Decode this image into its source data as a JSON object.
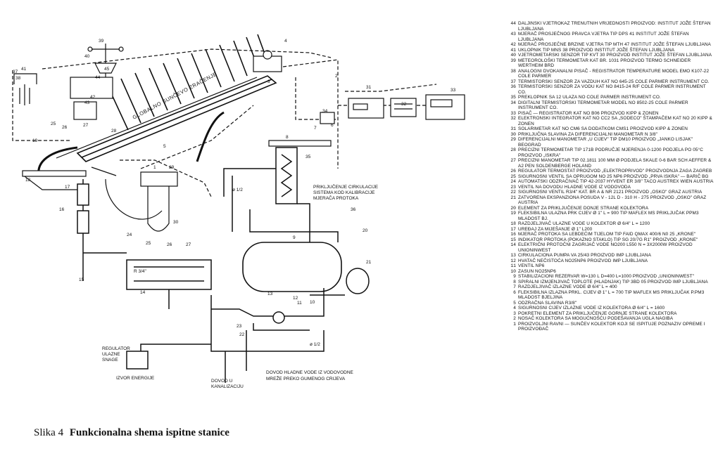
{
  "caption": {
    "number": "Slika 4",
    "title": "Funkcionalna shema ispitne stanice"
  },
  "diagram_labels": {
    "solar_radiation": "GLOBALNO SUNČEVO ZRAČENJE",
    "circulation_note_1": "PRIKLJUČENJE CIRKULACIJE",
    "circulation_note_2": "SISTEMA KOD KALIBRACIJE",
    "circulation_note_3": "MJERAČA PROTOKA",
    "water_supply_1": "DOVOD HLADNE VODE IZ VODOVODNE",
    "water_supply_2": "MREŽE PREKO GUMENOG CRIJEVA",
    "drain_1": "DOVOD U",
    "drain_2": "KANALIZACIJU",
    "regulator_1": "REGULATOR",
    "regulator_2": "ULAZNE",
    "regulator_3": "SNAGE",
    "power_source": "IZVOR ENERGIJE",
    "pipe_half": "ø 1/2",
    "pipe_three_quarter": "R 3/4\"",
    "pipe_half_2": "ø 1/2"
  },
  "callouts": [
    "41",
    "40",
    "39",
    "38",
    "37",
    "44",
    "43",
    "42",
    "45",
    "25",
    "26",
    "27",
    "28",
    "19",
    "18",
    "17",
    "16",
    "15",
    "24",
    "25",
    "26",
    "27",
    "23",
    "14",
    "13",
    "12",
    "11",
    "10",
    "9",
    "8",
    "7",
    "6",
    "5",
    "4",
    "3",
    "2",
    "1",
    "29",
    "30",
    "31",
    "32",
    "33",
    "34",
    "35",
    "36",
    "20",
    "21",
    "22"
  ],
  "legend": [
    {
      "num": "44",
      "text": "Daljinski vjetrokaz trenutnih vrijednosti proizvod: institut Jože Štefan Ljubljana"
    },
    {
      "num": "43",
      "text": "Mjerač prosječnog pravca vjetra tip DPS 41 institut Jože Štefan Ljubljana"
    },
    {
      "num": "42",
      "text": "Mjerač prosječne brzine vjetra tip MTH 47 institut Jože Štefan Ljubljana"
    },
    {
      "num": "41",
      "text": "Uklopnik tip MNS 38 proizvod institut Jože Štefan Ljubljana"
    },
    {
      "num": "40",
      "text": "Vjetrometarski senzor tip KVT 30 proizvod institut Jože Štefan Ljubljana"
    },
    {
      "num": "39",
      "text": "Meteorološki termometar kat br. 1031 proizvod termo Schneider Wertheim BRD"
    },
    {
      "num": "38",
      "text": "Analogni dvokanalni pisač - registrator temperature model EMO K107-22 Cole Parmer"
    },
    {
      "num": "37",
      "text": "Termistorski senzor za vazduh kat no 645-25 Cole Parmer Instrument Co."
    },
    {
      "num": "36",
      "text": "Termistorski senzor za vodu kat no 8415-24 r/f Cole Parmer Instrument Co."
    },
    {
      "num": "35",
      "text": "Preklopnik sa 12 ulaza no Cole Parmer Instrument Co."
    },
    {
      "num": "34",
      "text": "Digitalni termistorski termometar model no 8502-25 Cole Parmer Instrument Co."
    },
    {
      "num": "33",
      "text": "Pisač — registrator kat no B06 proizvod Kipp & Zonen"
    },
    {
      "num": "32",
      "text": "Elektronski integrator kat no CC2 sa „sodeco\" štampačem kat no 20 Kipp & Zonen"
    },
    {
      "num": "31",
      "text": "Solarimetar kat no CM6 sa dodatkom CMS1 proizvod Kipp & Zonen"
    },
    {
      "num": "30",
      "text": "Priključna slavina za diferencijalni manometar n 3/8\""
    },
    {
      "num": "29",
      "text": "Diferencijalni manometar „U cijev\" tip DM10 proizvod „Janko Lisjak\" Beograd"
    },
    {
      "num": "28",
      "text": "Precizni termometar tip 171B područje mjerenja 0-1200 podjela po 05°C proizvod „Iskra\""
    },
    {
      "num": "27",
      "text": "Precizni manometar tip 02.1811 100 mm ø podjela skale 0-6 bar SCH Aeffer & A2 PEN Soldenberge Holand"
    },
    {
      "num": "26",
      "text": "Regulator termostat proizvod „Elektroprivod\" proizvodnja zaga Zagreb"
    },
    {
      "num": "25",
      "text": "Sigurnosni ventil sa oprugom no 25 NP6 proizvod „Prva Iskra\" — Barič BG"
    },
    {
      "num": "24",
      "text": "Automatski odzračivač tip 42-2037 Hyvent ER 3/8\" Taco Austrex Wien Austria"
    },
    {
      "num": "23",
      "text": "Ventil na dovodu hladne vode iz vodovoda"
    },
    {
      "num": "22",
      "text": "Sigurnosni ventil R3/4\" kat. BR A & Nr 2121 proizvod „Osko\" Graz Austria"
    },
    {
      "num": "21",
      "text": "Zatvorena ekspanziona posuda V - 12L D - 310 H - 275 proizvod „Osko\" Graz Austria"
    },
    {
      "num": "20",
      "text": "Element za priključenje donje strane kolektora"
    },
    {
      "num": "19",
      "text": "Fleksibilna ulazna prk cijev ø 1\" L = 900 tip Maflex MS priključak PPM3 Mladost BJ."
    },
    {
      "num": "18",
      "text": "Razdjeljivač ulazne vode u kolektor ø 6/4\" L = 1200"
    },
    {
      "num": "17",
      "text": "Uređaj za miješanje ø 1\" L200"
    },
    {
      "num": "16",
      "text": "Mjerač protoka sa lebdećim tijelom tip FAID Qmax 400/6 N0 25 „Krone\""
    },
    {
      "num": "15",
      "text": "Indikator protoka (pokazno staklo) tip SG 20/7G R1\" proizvod „Krone\""
    },
    {
      "num": "14",
      "text": "Električni protočni zagrijač vode NO200 L550 N = 3x2000W proizvod Unioninwest"
    },
    {
      "num": "13",
      "text": "Cirkulaciona pumpa VA 25/43 proizvod IMP Ljubljana"
    },
    {
      "num": "12",
      "text": "Hvatač nečistoća NO25NP6 proizvod IMP Ljubljana"
    },
    {
      "num": "11",
      "text": "Ventil NP6"
    },
    {
      "num": "10",
      "text": "Zasun NO25NP6"
    },
    {
      "num": "9",
      "text": "Stabilizacioni rezervar W=130 L D=400 L=1000 proizvod „Unioninwest\""
    },
    {
      "num": "8",
      "text": "Spiralni izmjenjivač toplote (hladnjak) tip 3BD 05 proizvod IMP Ljubljana"
    },
    {
      "num": "7",
      "text": "Razdjeljivač izlazne vode ø 6/4\" L = 400"
    },
    {
      "num": "6",
      "text": "Fleksibilna izlazna prkl. cijev ø 1\" L = 700 tip Maflex MS priključak P.PM3 Mladost Bjeljina"
    },
    {
      "num": "5",
      "text": "Odzračna slavina R3/8\""
    },
    {
      "num": "4",
      "text": "Sigurnosni cijev izlazne vode iz kolektora ø 6/4\" L = 1600"
    },
    {
      "num": "3",
      "text": "Pokretni element za priključenje gornje strane kolektora"
    },
    {
      "num": "2",
      "text": "Nosač kolektora sa mogućnošću podešavanja ugla nagiba"
    },
    {
      "num": "1",
      "text": "Proizvoljni ravni — sunčev kolektor koji se ispituje poznaziv opreme i proizvođač"
    }
  ]
}
